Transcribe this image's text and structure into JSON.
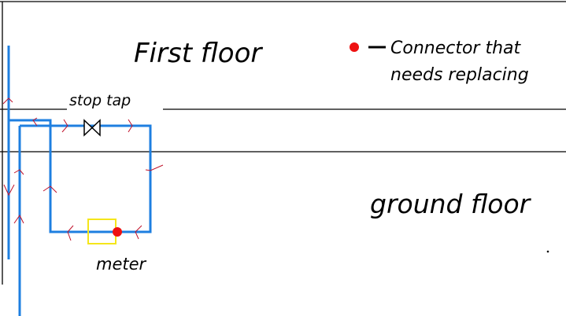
{
  "labels": {
    "first_floor": "First floor",
    "ground_floor": "ground floor",
    "stop_tap": "stop tap",
    "meter": "meter"
  },
  "legend": {
    "connector_line1": "Connector that",
    "connector_line2": "needs replacing"
  },
  "colors": {
    "pipe": "#1e7fe0",
    "arrow": "#c0112a",
    "connector": "#ee1111",
    "meter_box": "#f5e61a"
  }
}
